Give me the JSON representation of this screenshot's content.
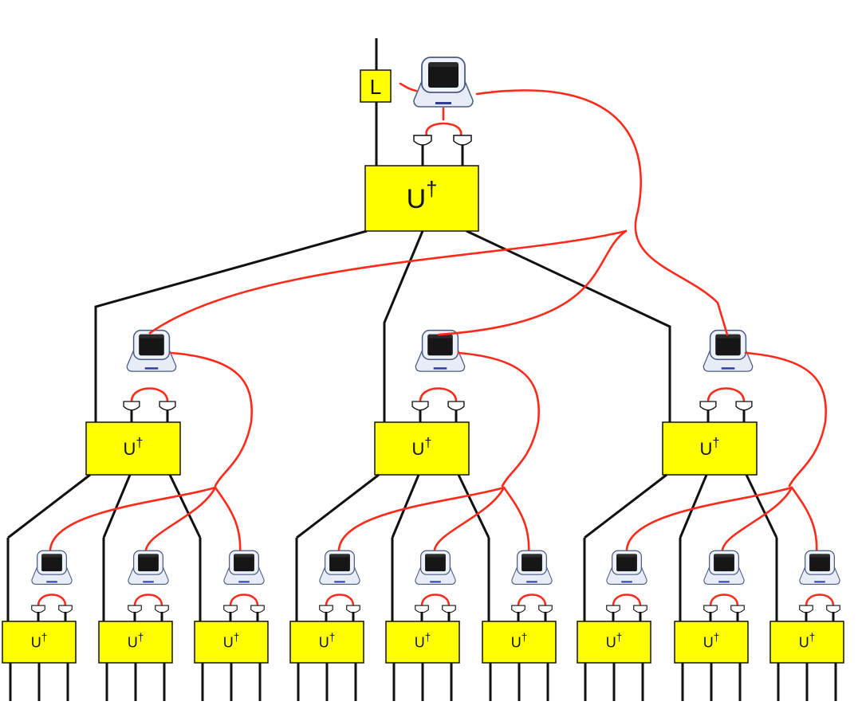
{
  "colors": {
    "gate_fill": "#ffff00",
    "quantum_wire": "#111111",
    "classical_wire": "#ff2a1a",
    "computer_body": "#e9eef8",
    "computer_screen": "#161616"
  },
  "icons": {
    "computer": "computer-icon",
    "measurement": "measurement-icon"
  },
  "top": {
    "gate_label": "L",
    "unitary_label": "U",
    "dagger": "†"
  },
  "level2": {
    "unitary_labels": [
      "U",
      "U",
      "U"
    ],
    "dagger": "†"
  },
  "level3": {
    "unitary_labels": [
      "U",
      "U",
      "U",
      "U",
      "U",
      "U",
      "U",
      "U",
      "U"
    ],
    "dagger": "†"
  }
}
